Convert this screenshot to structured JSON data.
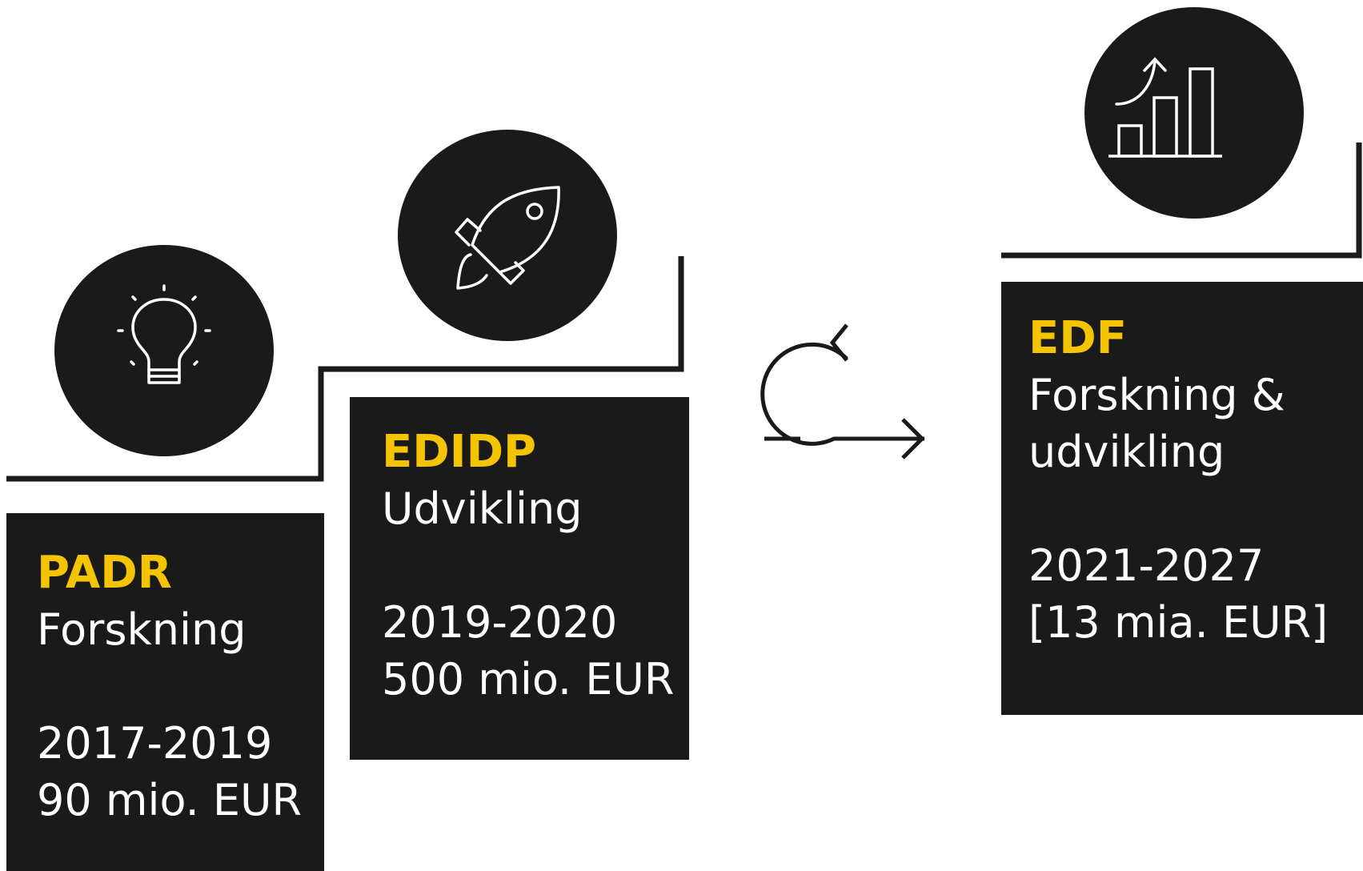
{
  "stages": [
    {
      "id": "padr",
      "title": "PADR",
      "subtitle": "Forskning",
      "period": "2017-2019",
      "budget": "90 mio. EUR",
      "icon": "lightbulb-icon"
    },
    {
      "id": "edidp",
      "title": "EDIDP",
      "subtitle": "Udvikling",
      "period": "2019-2020",
      "budget": "500 mio. EUR",
      "icon": "rocket-icon"
    },
    {
      "id": "edf",
      "title": "EDF",
      "subtitle": "Forskning & udvikling",
      "period": "2021-2027",
      "budget": "[13 mia. EUR]",
      "icon": "growth-chart-icon"
    }
  ],
  "connector_icon": "cycle-arrow-icon",
  "colors": {
    "box": "#1a1a1a",
    "title": "#f5c400",
    "text": "#ffffff",
    "line": "#1a1a1a"
  }
}
